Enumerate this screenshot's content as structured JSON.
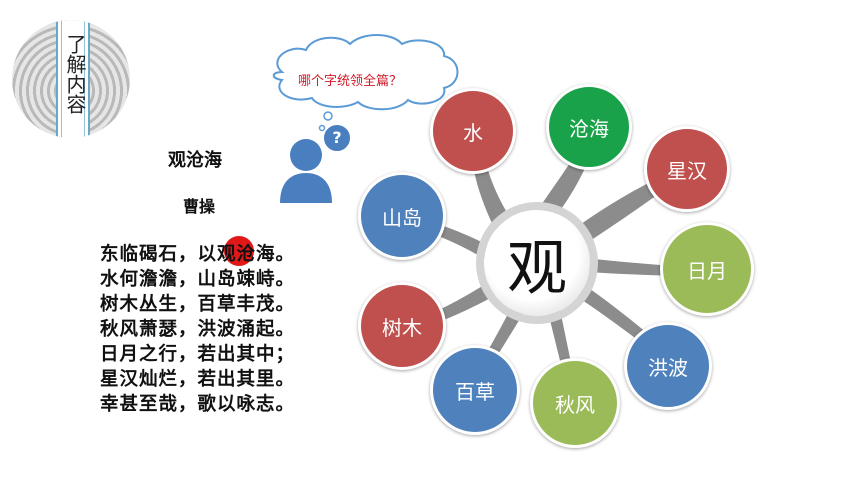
{
  "badge": {
    "text": "了解内容"
  },
  "question": "哪个字统领全篇？",
  "question_mark": "?",
  "poem": {
    "title": "观沧海",
    "author": "曹操",
    "line1_a": "东临碣石，以",
    "line1_hl": "观",
    "line1_b": "沧海。",
    "lines": [
      "水何澹澹，山岛竦峙。",
      "树木丛生，百草丰茂。",
      "秋风萧瑟，洪波涌起。",
      "日月之行，若出其中；",
      "星汉灿烂，若出其里。",
      "幸甚至哉，歌以咏志。"
    ]
  },
  "mindmap": {
    "center": "观",
    "nodes": [
      {
        "label": "水",
        "color": "#c0504d"
      },
      {
        "label": "沧海",
        "color": "#1aa24a"
      },
      {
        "label": "星汉",
        "color": "#c0504d"
      },
      {
        "label": "山岛",
        "color": "#4f81bd"
      },
      {
        "label": "日月",
        "color": "#9bbb59"
      },
      {
        "label": "树木",
        "color": "#c0504d"
      },
      {
        "label": "洪波",
        "color": "#4f81bd"
      },
      {
        "label": "百草",
        "color": "#4f81bd"
      },
      {
        "label": "秋风",
        "color": "#9bbb59"
      }
    ]
  }
}
